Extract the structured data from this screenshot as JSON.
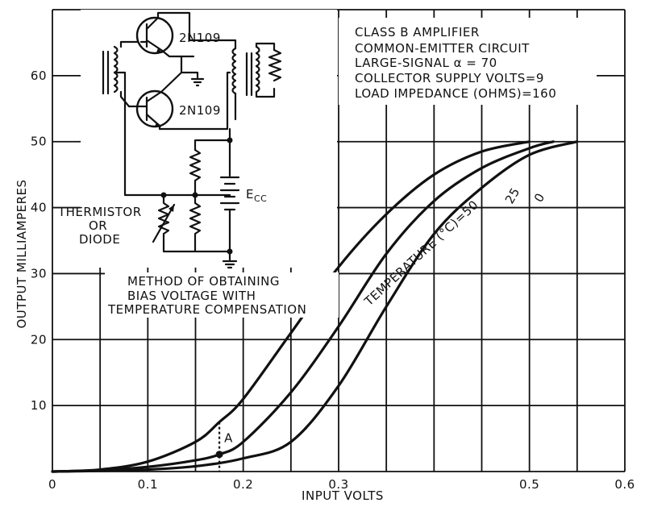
{
  "chart_data": {
    "type": "line",
    "xlabel": "INPUT VOLTS",
    "ylabel": "OUTPUT MILLIAMPERES",
    "xlim": [
      0,
      0.6
    ],
    "ylim": [
      0,
      70
    ],
    "x_ticks": [
      "0",
      "0.1",
      "0.2",
      "0.3",
      "0.5",
      "0.6"
    ],
    "y_ticks": [
      "10",
      "20",
      "30",
      "40",
      "50",
      "60"
    ],
    "grid": true,
    "series_title": "TEMPERATURE (°C)=",
    "series": [
      {
        "name": "50",
        "points": [
          [
            0,
            0
          ],
          [
            0.05,
            0.3
          ],
          [
            0.1,
            1.5
          ],
          [
            0.15,
            4.5
          ],
          [
            0.175,
            7.5
          ],
          [
            0.2,
            11
          ],
          [
            0.25,
            21
          ],
          [
            0.3,
            31
          ],
          [
            0.35,
            39
          ],
          [
            0.4,
            45
          ],
          [
            0.45,
            48.5
          ],
          [
            0.5,
            50
          ]
        ]
      },
      {
        "name": "25",
        "points": [
          [
            0,
            0
          ],
          [
            0.05,
            0.2
          ],
          [
            0.1,
            0.7
          ],
          [
            0.15,
            1.7
          ],
          [
            0.175,
            2.6
          ],
          [
            0.2,
            4.5
          ],
          [
            0.25,
            12
          ],
          [
            0.3,
            22
          ],
          [
            0.35,
            33
          ],
          [
            0.4,
            41
          ],
          [
            0.45,
            46
          ],
          [
            0.5,
            49
          ],
          [
            0.525,
            50
          ]
        ]
      },
      {
        "name": "0",
        "points": [
          [
            0,
            0
          ],
          [
            0.05,
            0.1
          ],
          [
            0.1,
            0.3
          ],
          [
            0.15,
            0.8
          ],
          [
            0.2,
            2
          ],
          [
            0.25,
            4.5
          ],
          [
            0.3,
            13
          ],
          [
            0.35,
            25
          ],
          [
            0.4,
            36
          ],
          [
            0.45,
            43
          ],
          [
            0.5,
            48
          ],
          [
            0.55,
            50
          ]
        ]
      }
    ],
    "point_annotation": {
      "label": "A",
      "x": 0.175,
      "y": 2.6,
      "upper_y": 7.5
    }
  },
  "info_box": [
    "CLASS B AMPLIFIER",
    "COMMON-EMITTER CIRCUIT",
    "LARGE-SIGNAL α = 70",
    "COLLECTOR SUPPLY VOLTS=9",
    "LOAD IMPEDANCE (OHMS)=160"
  ],
  "circuit": {
    "transistor_top": "2N109",
    "transistor_bottom": "2N109",
    "ecc_label": "E",
    "ecc_subscript": "CC",
    "thermistor_label_1": "THERMISTOR",
    "thermistor_label_2": "OR",
    "thermistor_label_3": "DIODE"
  },
  "caption": [
    "METHOD OF OBTAINING",
    "BIAS VOLTAGE WITH",
    "TEMPERATURE COMPENSATION"
  ]
}
